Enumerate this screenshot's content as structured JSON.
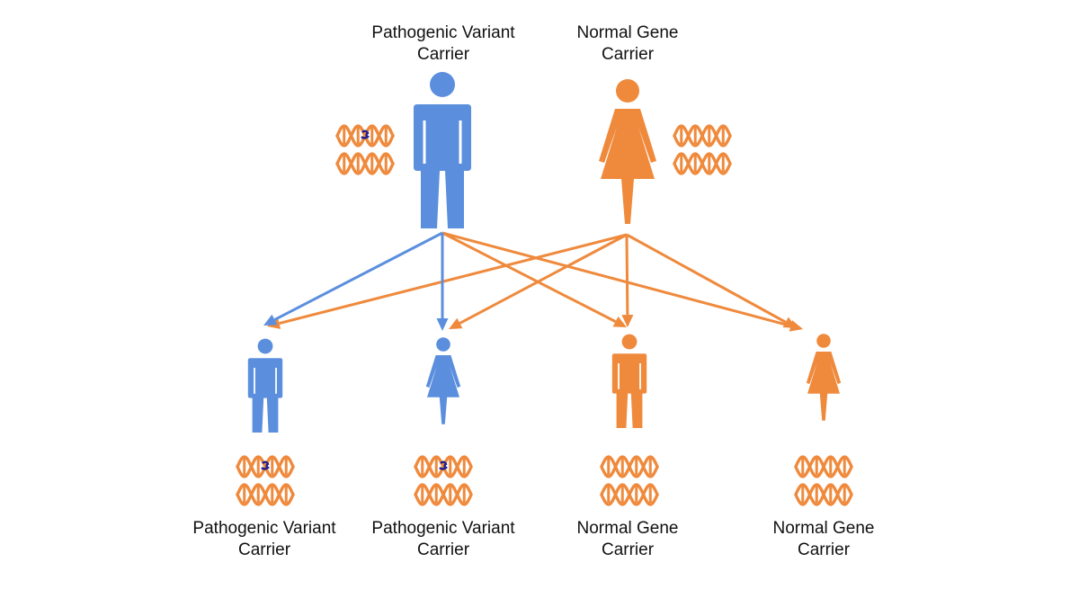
{
  "colors": {
    "variant": "#5b8fde",
    "normal": "#ef8a3d",
    "mutation": "#1f1f8f",
    "text": "#111111"
  },
  "parents": [
    {
      "id": "father",
      "figure": "male",
      "carrier": "variant",
      "label": [
        "Pathogenic Variant",
        "Carrier"
      ]
    },
    {
      "id": "mother",
      "figure": "female",
      "carrier": "normal",
      "label": [
        "Normal Gene",
        "Carrier"
      ]
    }
  ],
  "children": [
    {
      "id": "child-1",
      "figure": "male",
      "carrier": "variant",
      "label": [
        "Pathogenic Variant",
        "Carrier"
      ]
    },
    {
      "id": "child-2",
      "figure": "female",
      "carrier": "variant",
      "label": [
        "Pathogenic Variant",
        "Carrier"
      ]
    },
    {
      "id": "child-3",
      "figure": "male",
      "carrier": "normal",
      "label": [
        "Normal Gene",
        "Carrier"
      ]
    },
    {
      "id": "child-4",
      "figure": "female",
      "carrier": "normal",
      "label": [
        "Normal Gene",
        "Carrier"
      ]
    }
  ],
  "inheritance": [
    {
      "from": "father",
      "to": "child-1",
      "allele": "variant"
    },
    {
      "from": "father",
      "to": "child-2",
      "allele": "variant"
    },
    {
      "from": "father",
      "to": "child-3",
      "allele": "normal"
    },
    {
      "from": "father",
      "to": "child-4",
      "allele": "normal"
    },
    {
      "from": "mother",
      "to": "child-1",
      "allele": "normal"
    },
    {
      "from": "mother",
      "to": "child-2",
      "allele": "normal"
    },
    {
      "from": "mother",
      "to": "child-3",
      "allele": "normal"
    },
    {
      "from": "mother",
      "to": "child-4",
      "allele": "normal"
    }
  ]
}
